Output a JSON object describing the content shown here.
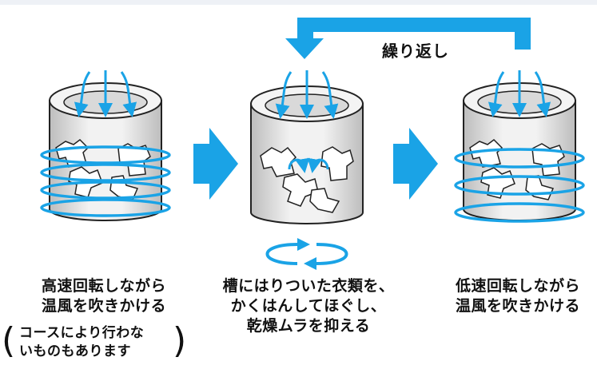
{
  "repeat_label": "繰り返し",
  "steps": [
    {
      "caption_1": "高速回転しながら",
      "caption_2": "温風を吹きかける"
    },
    {
      "caption_1": "槽にはりついた衣類を、",
      "caption_2": "かくはんしてほぐし、",
      "caption_3": "乾燥ムラを抑える"
    },
    {
      "caption_1": "低速回転しながら",
      "caption_2": "温風を吹きかける"
    }
  ],
  "note": {
    "line_1": "コースにより行わな",
    "line_2": "いものもあります"
  },
  "colors": {
    "accent": "#1aa3e6",
    "drum_outline": "#222222",
    "drum_fill": "#e6e6e6"
  },
  "icons": [
    "right-arrow-icon",
    "down-arrow-icon",
    "repeat-arrow-icon",
    "rotation-icon"
  ]
}
